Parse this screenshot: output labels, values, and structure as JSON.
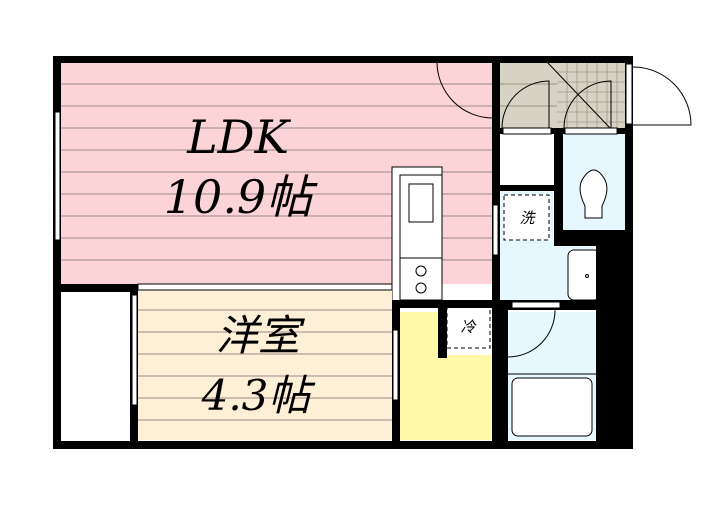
{
  "rooms": {
    "ldk": {
      "name": "LDK",
      "size": "10.9帖",
      "color": "#fcd3d6"
    },
    "western": {
      "name": "洋室",
      "size": "4.3帖",
      "color": "#fdf0d6"
    },
    "entrance": {
      "color": "#d6d2c4"
    },
    "storage": {
      "color": "#fff9a8"
    },
    "wet_area": {
      "color": "#e6f7fd"
    }
  },
  "marks": {
    "washer": "洗",
    "fridge": "冷"
  },
  "colors": {
    "wall": "#000000",
    "floor_line": "#8a7a7a"
  }
}
